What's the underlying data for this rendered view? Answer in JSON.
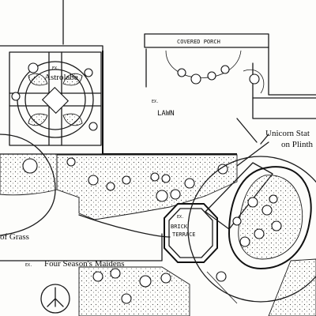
{
  "plan": {
    "labels": {
      "covered_porch": "COVERED PORCH",
      "ex_prefix": "EX.",
      "astrolabe": "Astrolabe",
      "lawn": "LAWN",
      "unicorn": "Unicorn Stat",
      "plinth": "on Plinth",
      "brick_terrace_1": "BRICK",
      "brick_terrace_2": "TERRACE",
      "of_grass": "of Grass",
      "four_seasons": "Four Season's Maidens"
    }
  }
}
